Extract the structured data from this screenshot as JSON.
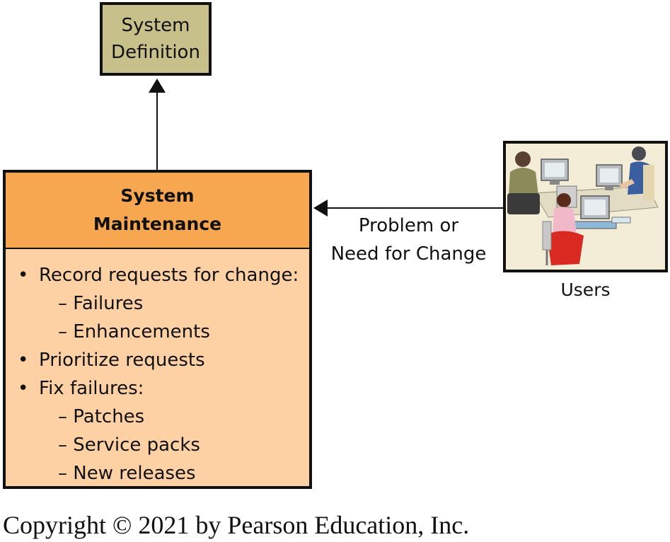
{
  "system_definition": {
    "line1": "System",
    "line2": "Definition"
  },
  "system_maintenance": {
    "title_line1": "System",
    "title_line2": "Maintenance",
    "items": [
      {
        "kind": "bullet",
        "marker": "•",
        "text": "Record requests for change:"
      },
      {
        "kind": "dash",
        "text": "– Failures"
      },
      {
        "kind": "dash",
        "text": "– Enhancements"
      },
      {
        "kind": "bullet",
        "marker": "•",
        "text": "Prioritize requests"
      },
      {
        "kind": "bullet",
        "marker": "•",
        "text": "Fix failures:"
      },
      {
        "kind": "dash",
        "text": "– Patches"
      },
      {
        "kind": "dash",
        "text": "– Service packs"
      },
      {
        "kind": "dash",
        "text": "– New releases"
      }
    ]
  },
  "flow_label": {
    "line1": "Problem or",
    "line2": "Need for Change"
  },
  "users": {
    "label": "Users"
  },
  "copyright": "Copyright © 2021 by Pearson Education, Inc.",
  "colors": {
    "system_definition_fill": "#c7c08a",
    "maintenance_header_fill": "#f7a74f",
    "maintenance_body_fill": "#fdd1a3"
  }
}
